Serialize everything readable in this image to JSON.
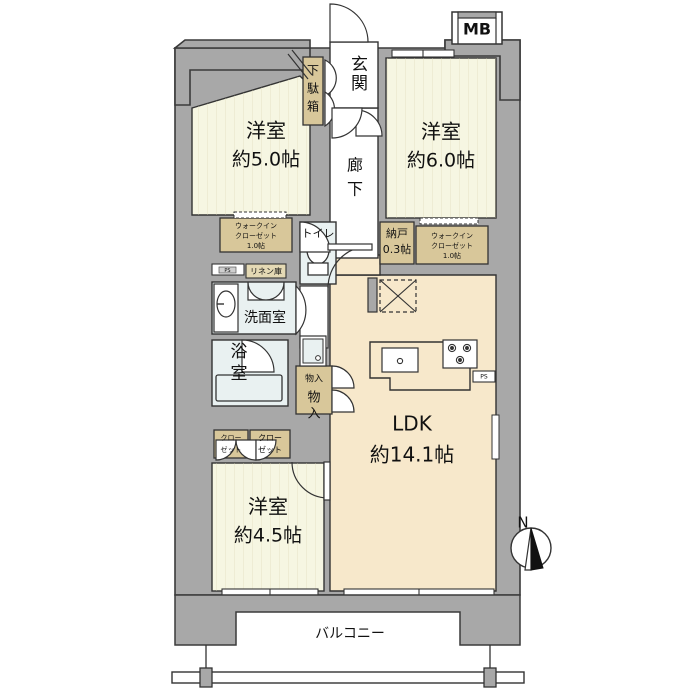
{
  "plan": {
    "title": "Japanese apartment floor plan (madori)",
    "layout_type": "3LDK",
    "compass_label": "N",
    "balcony_label": "バルコニー",
    "meter_box_label": "MB"
  },
  "colors": {
    "wall": "#a8a8a8",
    "wall_stroke": "#3a3a3a",
    "room_bedroom": "#f6f6e2",
    "room_ldk": "#f7e8cb",
    "room_corridor": "#ffffff",
    "room_wet": "#e9f1f1",
    "closet_tan": "#d8c79a",
    "label_box": "#e4d9b4",
    "line": "#222222",
    "white": "#ffffff"
  },
  "rooms": [
    {
      "key": "bedroom_5",
      "name": "洋室",
      "area": "約5.0帖",
      "type": "bedroom"
    },
    {
      "key": "bedroom_6",
      "name": "洋室",
      "area": "約6.0帖",
      "type": "bedroom"
    },
    {
      "key": "bedroom_45",
      "name": "洋室",
      "area": "約4.5帖",
      "type": "bedroom"
    },
    {
      "key": "ldk",
      "name": "LDK",
      "area": "約14.1帖",
      "type": "living"
    }
  ],
  "spaces": {
    "entrance": "玄関",
    "corridor_line1": "廊",
    "corridor_line2": "下",
    "shoe_box_chars": [
      "下",
      "駄",
      "箱"
    ],
    "toilet": "トイレ",
    "washroom": "洗面室",
    "bath_line1": "浴",
    "bath_line2": "室",
    "linen": "リネン庫"
  },
  "closets": [
    {
      "key": "wic_left",
      "line1": "ウォークイン",
      "line2": "クローゼット",
      "area": "1.0帖"
    },
    {
      "key": "wic_right",
      "line1": "ウォークイン",
      "line2": "クローゼット",
      "area": "1.0帖"
    }
  ],
  "storeroom": {
    "name": "納戸",
    "area": "0.3帖"
  },
  "small_closets": [
    {
      "key": "closet_a",
      "line1": "クロー",
      "line2": "ゼット"
    },
    {
      "key": "closet_b",
      "line1": "クロー",
      "line2": "ゼット"
    }
  ],
  "storage": {
    "label_small": "物入",
    "label_big_chars": [
      "物",
      "入"
    ]
  },
  "shafts": [
    {
      "key": "ps_washroom",
      "label": "PS"
    },
    {
      "key": "ps_kitchen",
      "label": "PS"
    }
  ],
  "kitchen": {
    "sink_label": "",
    "stove_burners": 3
  }
}
